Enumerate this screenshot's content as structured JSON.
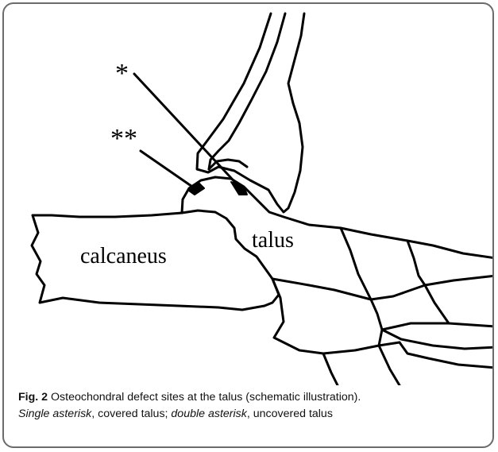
{
  "labels": {
    "single_asterisk": "*",
    "double_asterisk": "**",
    "calcaneus": "calcaneus",
    "talus": "talus"
  },
  "caption": {
    "fig_label": "Fig. 2",
    "line1": "Osteochondral defect sites at the talus (schematic illustration).",
    "single_asterisk_term": "Single asterisk",
    "single_asterisk_desc": ", covered talus; ",
    "double_asterisk_term": "double asterisk",
    "double_asterisk_desc": ", uncovered talus"
  }
}
